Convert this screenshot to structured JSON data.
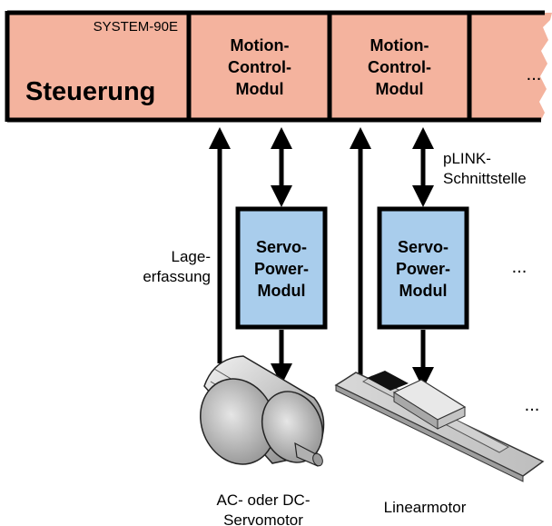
{
  "colors": {
    "module_fill": "#f4b39e",
    "servo_fill": "#a9cdec",
    "frame": "#000000"
  },
  "system_label": "SYSTEM-90E",
  "controller_label": "Steuerung",
  "motion_modules": [
    {
      "lines": [
        "Motion-",
        "Control-",
        "Modul"
      ]
    },
    {
      "lines": [
        "Motion-",
        "Control-",
        "Modul"
      ]
    }
  ],
  "servo_modules": [
    {
      "lines": [
        "Servo-",
        "Power-",
        "Modul"
      ]
    },
    {
      "lines": [
        "Servo-",
        "Power-",
        "Modul"
      ]
    }
  ],
  "continuation_dots": "...",
  "position_label": [
    "Lage-",
    "erfassung"
  ],
  "interface_label": [
    "pLINK-",
    "Schnittstelle"
  ],
  "motor_labels": {
    "servo_motor": [
      "AC- oder DC-",
      "Servomotor"
    ],
    "linear_motor": "Linearmotor"
  }
}
